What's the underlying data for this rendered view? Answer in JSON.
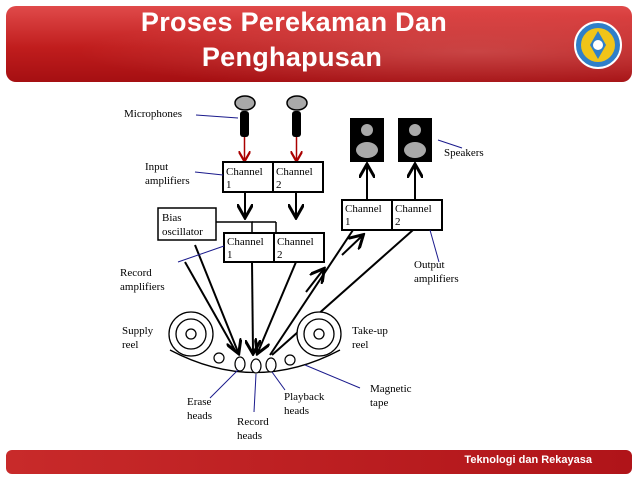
{
  "slide": {
    "title_line1": "Proses Perekaman Dan",
    "title_line2": "Penghapusan",
    "footer": "Teknologi dan Rekayasa"
  },
  "diagram": {
    "labels": {
      "microphones": "Microphones",
      "input_amplifiers_1": "Input",
      "input_amplifiers_2": "amplifiers",
      "bias_1": "Bias",
      "bias_2": "oscillator",
      "record_amplifiers_1": "Record",
      "record_amplifiers_2": "amplifiers",
      "supply_reel_1": "Supply",
      "supply_reel_2": "reel",
      "erase_heads_1": "Erase",
      "erase_heads_2": "heads",
      "record_heads_1": "Record",
      "record_heads_2": "heads",
      "playback_heads_1": "Playback",
      "playback_heads_2": "heads",
      "magnetic_tape_1": "Magnetic",
      "magnetic_tape_2": "tape",
      "takeup_reel_1": "Take-up",
      "takeup_reel_2": "reel",
      "output_amplifiers_1": "Output",
      "output_amplifiers_2": "amplifiers",
      "speakers": "Speakers"
    },
    "channel_word": "Channel",
    "channel_1": "1",
    "channel_2": "2"
  }
}
